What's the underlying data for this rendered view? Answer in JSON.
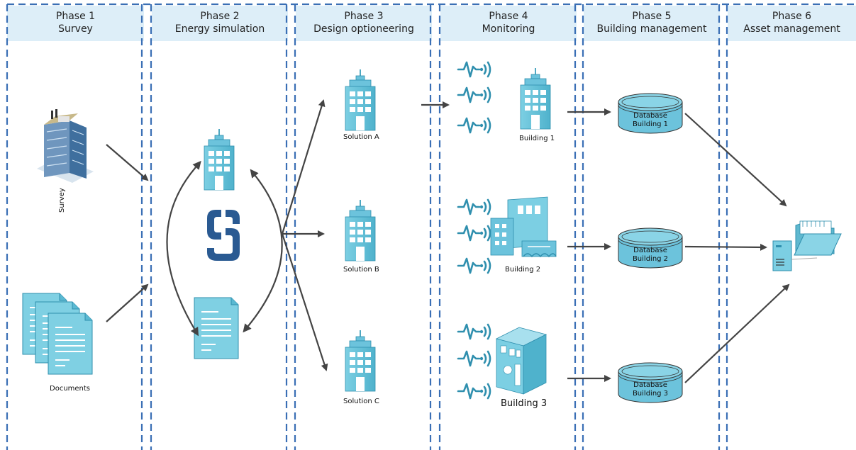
{
  "phases": [
    {
      "title": "Phase 1",
      "subtitle": "Survey"
    },
    {
      "title": "Phase 2",
      "subtitle": "Energy simulation"
    },
    {
      "title": "Phase 3",
      "subtitle": "Design optioneering"
    },
    {
      "title": "Phase 4",
      "subtitle": "Monitoring"
    },
    {
      "title": "Phase 5",
      "subtitle": "Building management"
    },
    {
      "title": "Phase 6",
      "subtitle": "Asset management"
    }
  ],
  "labels": {
    "survey": "Survey",
    "documents": "Documents",
    "solution_a": "Solution A",
    "solution_b": "Solution B",
    "solution_c": "Solution C",
    "building_1": "Building 1",
    "building_2": "Building 2",
    "building_3": "Building 3"
  },
  "databases": [
    {
      "line1": "Database",
      "line2": "Building 1"
    },
    {
      "line1": "Database",
      "line2": "Building 2"
    },
    {
      "line1": "Database",
      "line2": "Building 3"
    }
  ],
  "colors": {
    "accent": "#5fb8cf",
    "accent_dark": "#2f8fae",
    "divider": "#3a6fb5",
    "header_bg": "#ddeef8",
    "arrow": "#444444",
    "logo": "#2a5a92"
  }
}
